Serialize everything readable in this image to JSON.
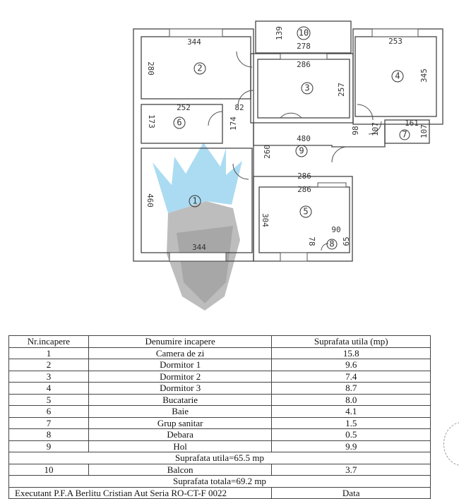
{
  "plan": {
    "rooms": {
      "r1": {
        "num": "1",
        "dims": [
          "460",
          "344"
        ]
      },
      "r2": {
        "num": "2",
        "dims": [
          "344",
          "280"
        ]
      },
      "r3": {
        "num": "3",
        "dims": [
          "286",
          "257"
        ]
      },
      "r4": {
        "num": "4",
        "dims": [
          "253",
          "345"
        ]
      },
      "r5": {
        "num": "5",
        "dims": [
          "286",
          "286",
          "304"
        ]
      },
      "r6": {
        "num": "6",
        "dims": [
          "252",
          "173"
        ]
      },
      "r7": {
        "num": "7",
        "dims": [
          "161",
          "107",
          "107",
          "98"
        ]
      },
      "r8": {
        "num": "8",
        "dims": [
          "90",
          "78",
          "65"
        ]
      },
      "r9": {
        "num": "9",
        "dims": [
          "480",
          "260",
          "82",
          "174"
        ]
      },
      "r10": {
        "num": "10",
        "dims": [
          "139",
          "278"
        ]
      }
    }
  },
  "table": {
    "headers": [
      "Nr.incapere",
      "Denumire incapere",
      "Suprafata utila (mp)"
    ],
    "rows": [
      [
        "1",
        "Camera de zi",
        "15.8"
      ],
      [
        "2",
        "Dormitor 1",
        "9.6"
      ],
      [
        "3",
        "Dormitor 2",
        "7.4"
      ],
      [
        "4",
        "Dormitor 3",
        "8.7"
      ],
      [
        "5",
        "Bucatarie",
        "8.0"
      ],
      [
        "6",
        "Baie",
        "4.1"
      ],
      [
        "7",
        "Grup sanitar",
        "1.5"
      ],
      [
        "8",
        "Debara",
        "0.5"
      ],
      [
        "9",
        "Hol",
        "9.9"
      ]
    ],
    "subtotal": "Suprafata utila=65.5 mp",
    "balcony": [
      "10",
      "Balcon",
      "3.7"
    ],
    "total": "Suprafata totala=69.2 mp",
    "footer": [
      "Executant P.F.A Berlitu Cristian Aut Seria RO-CT-F 0022",
      "Data"
    ]
  }
}
